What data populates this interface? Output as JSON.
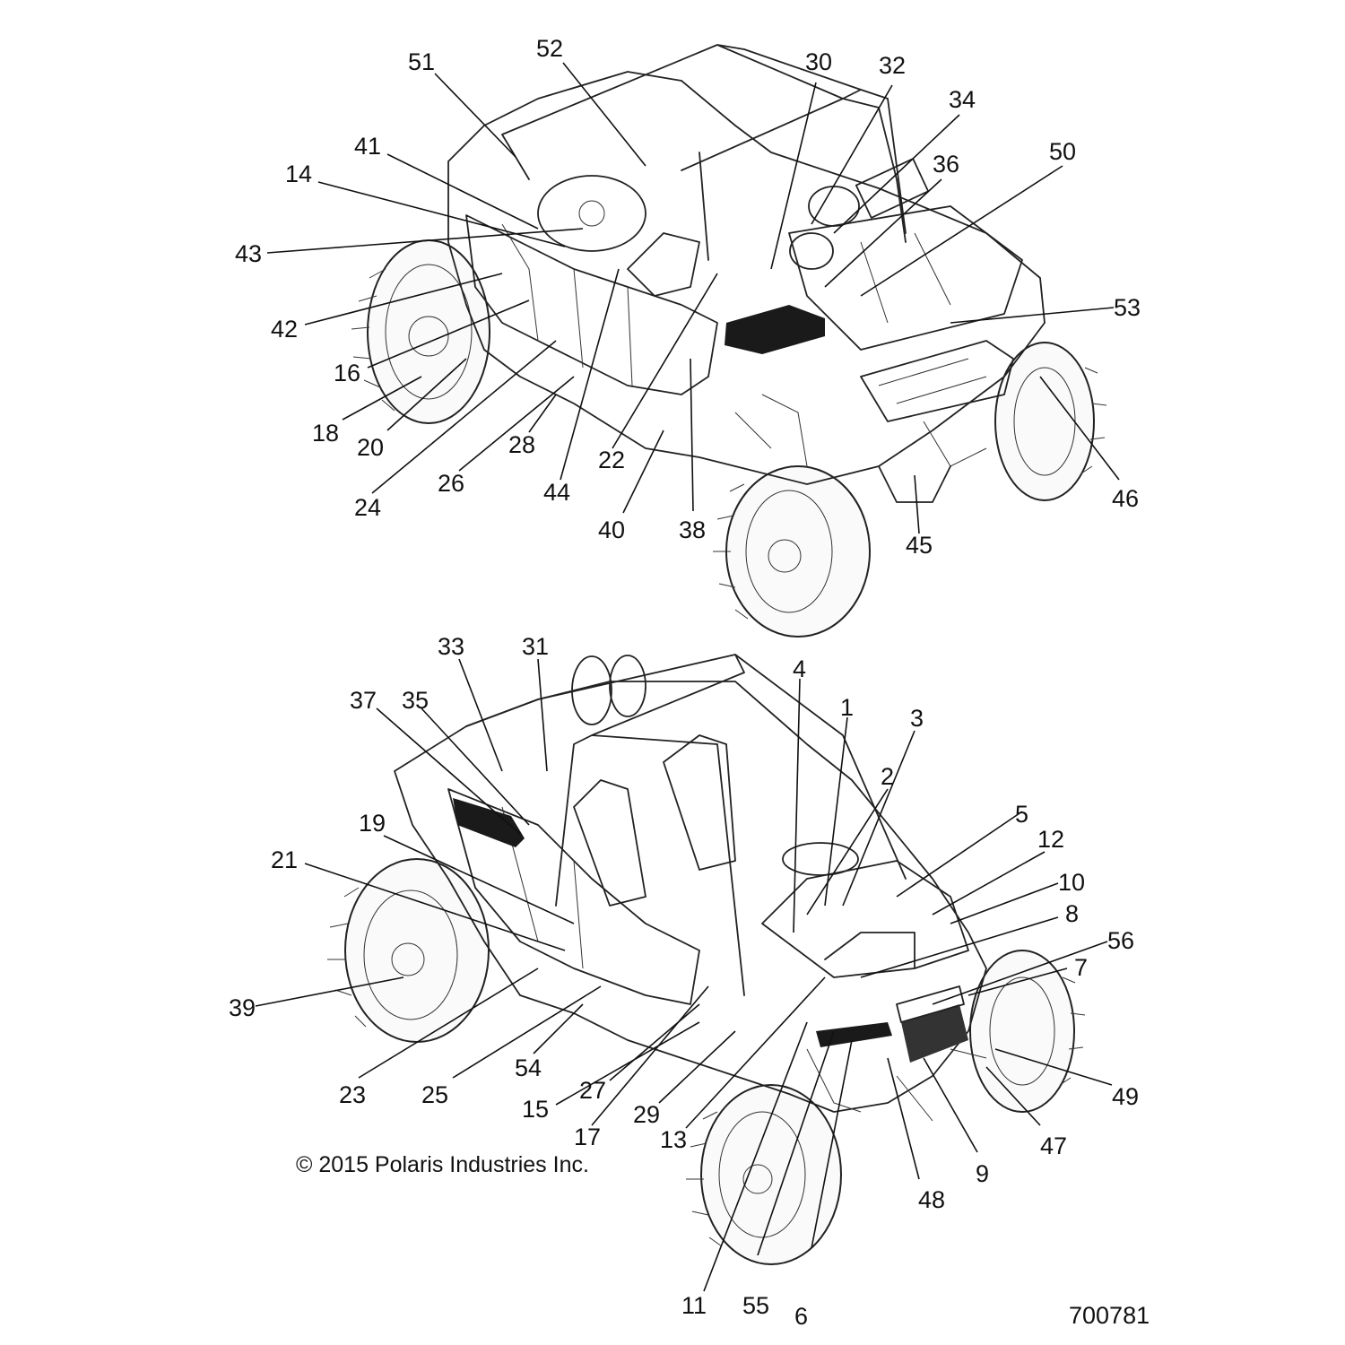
{
  "copyright": "© 2015 Polaris Industries Inc.",
  "drawing_number": "700781",
  "top_view_callouts": [
    "51",
    "52",
    "30",
    "32",
    "34",
    "36",
    "50",
    "41",
    "14",
    "43",
    "42",
    "16",
    "18",
    "20",
    "24",
    "26",
    "28",
    "44",
    "22",
    "40",
    "38",
    "45",
    "46",
    "53"
  ],
  "bottom_view_callouts": [
    "33",
    "31",
    "4",
    "1",
    "3",
    "37",
    "35",
    "2",
    "5",
    "12",
    "10",
    "8",
    "56",
    "7",
    "19",
    "21",
    "39",
    "23",
    "25",
    "54",
    "15",
    "27",
    "17",
    "29",
    "13",
    "11",
    "55",
    "6",
    "48",
    "9",
    "47",
    "49"
  ]
}
